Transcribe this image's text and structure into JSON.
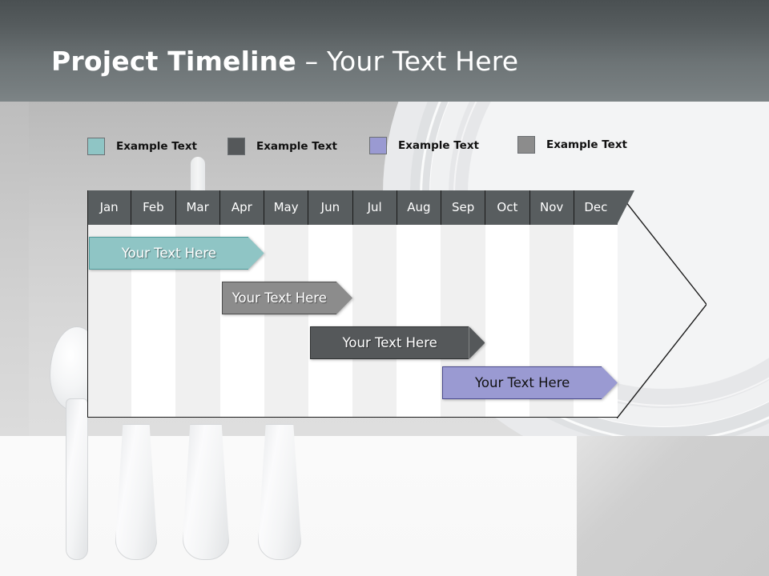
{
  "slide": {
    "title_strong": "Project Timeline",
    "title_light": " – Your Text Here"
  },
  "legend": {
    "items": [
      {
        "label": "Example Text",
        "color": "#8fc5c5"
      },
      {
        "label": "Example Text",
        "color": "#55585a"
      },
      {
        "label": "Example Text",
        "color": "#9a9ad2"
      },
      {
        "label": "Example Text",
        "color": "#8c8c8c"
      }
    ]
  },
  "chart_data": {
    "type": "bar",
    "title": "Project Timeline – Your Text Here",
    "xlabel": "",
    "ylabel": "",
    "orientation": "horizontal",
    "categories": [
      "Jan",
      "Feb",
      "Mar",
      "Apr",
      "May",
      "Jun",
      "Jul",
      "Aug",
      "Sep",
      "Oct",
      "Nov",
      "Dec"
    ],
    "months": [
      "Jan",
      "Feb",
      "Mar",
      "Apr",
      "May",
      "Jun",
      "Jul",
      "Aug",
      "Sep",
      "Oct",
      "Nov",
      "Dec"
    ],
    "legend_position": "top-left",
    "grid": true,
    "tasks": [
      {
        "label": "Your  Text Here",
        "start_month": "Jan",
        "end_month": "Apr",
        "start_index": 0,
        "end_index": 4,
        "color": "#8fc5c5",
        "border": "#4f9a9a",
        "text_color": "#ffffff"
      },
      {
        "label": "Your  Text Here",
        "start_month": "Apr",
        "end_month": "Jul",
        "start_index": 3,
        "end_index": 6,
        "color": "#8c8c8c",
        "border": "#4d4d4d",
        "text_color": "#ffffff"
      },
      {
        "label": "Your  Text Here",
        "start_month": "Jun",
        "end_month": "Oct",
        "start_index": 5,
        "end_index": 9,
        "color": "#55585a",
        "border": "#2e3031",
        "text_color": "#ffffff"
      },
      {
        "label": "Your  Text Here",
        "start_month": "Sep",
        "end_month": "Dec",
        "start_index": 8,
        "end_index": 12,
        "color": "#9a9ad2",
        "border": "#4a4a8c",
        "text_color": "#121212"
      }
    ]
  },
  "theme": {
    "header_fill": "#585d5f",
    "header_text": "#ffffff",
    "stripe_fill": "#f0f0f0",
    "cell_fill": "#ffffff",
    "outline": "#1a1a1a",
    "title_band_top": "#4a5052",
    "title_band_bottom": "#7d8486"
  }
}
